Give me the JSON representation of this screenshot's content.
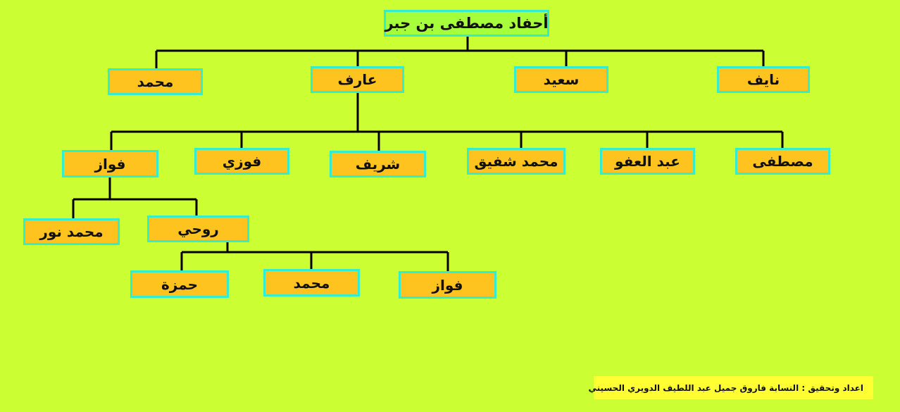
{
  "title": "أحفاد مصطفى بن جبر",
  "sons": {
    "nayef": "نايف",
    "saeed": "سعيد",
    "aref": "عارف",
    "mohammad": "محمد"
  },
  "aref_children": {
    "mustafa": "مصطفى",
    "abd_alafw": "عبد العفو",
    "mohammad_shafeeq": "محمد شفيق",
    "shareef": "شريف",
    "fawzi": "فوزي",
    "fawaz": "فواز"
  },
  "fawaz_children": {
    "rawhi": "روحي",
    "mohammad_nour": "محمد نور"
  },
  "rawhi_children": {
    "fawaz": "فواز",
    "mohammad": "محمد",
    "hamza": "حمزة"
  },
  "credit": "اعداد وتحقيق : النسابة  فاروق جميل عبد اللطيف الدويري الحسيني",
  "colors": {
    "background": "#ccff33",
    "node_fill": "#ffc31f",
    "node_border": "#33eecc",
    "root_fill": "#a6ff3a",
    "credit_fill": "#ffff33",
    "line": "#000000"
  }
}
